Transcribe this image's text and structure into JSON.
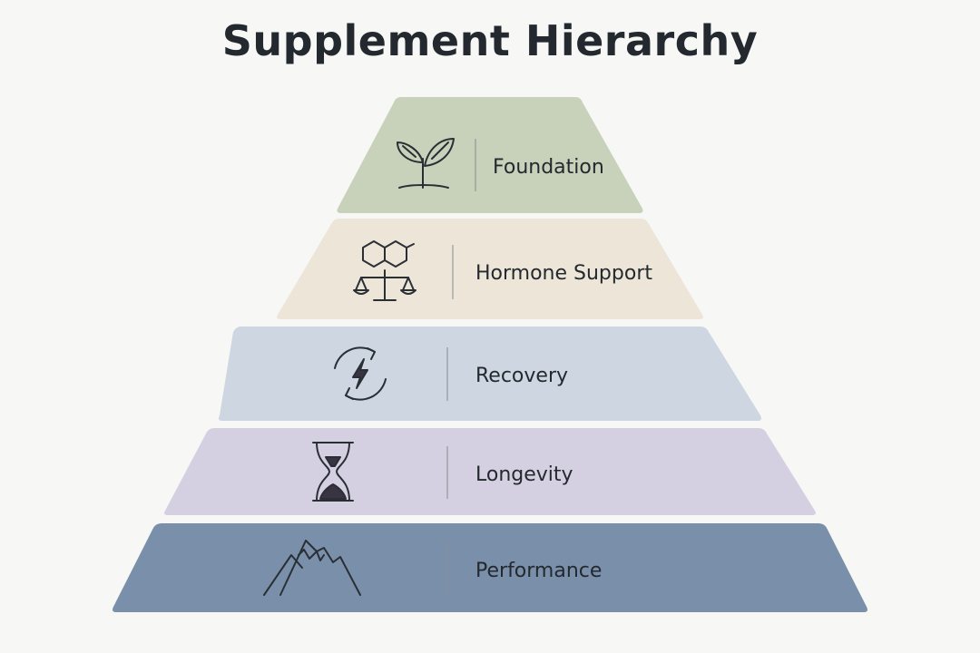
{
  "title": "Supplement Hierarchy",
  "tiers": [
    {
      "label": "Foundation",
      "icon": "sprout-icon",
      "color": "#c8d2bb"
    },
    {
      "label": "Hormone Support",
      "icon": "molecule-scale-icon",
      "color": "#ede6d8"
    },
    {
      "label": "Recovery",
      "icon": "recovery-cycle-icon",
      "color": "#cdd6e1"
    },
    {
      "label": "Longevity",
      "icon": "hourglass-icon",
      "color": "#d5d0e1"
    },
    {
      "label": "Performance",
      "icon": "mountain-icon",
      "color": "#7a8faa"
    }
  ]
}
